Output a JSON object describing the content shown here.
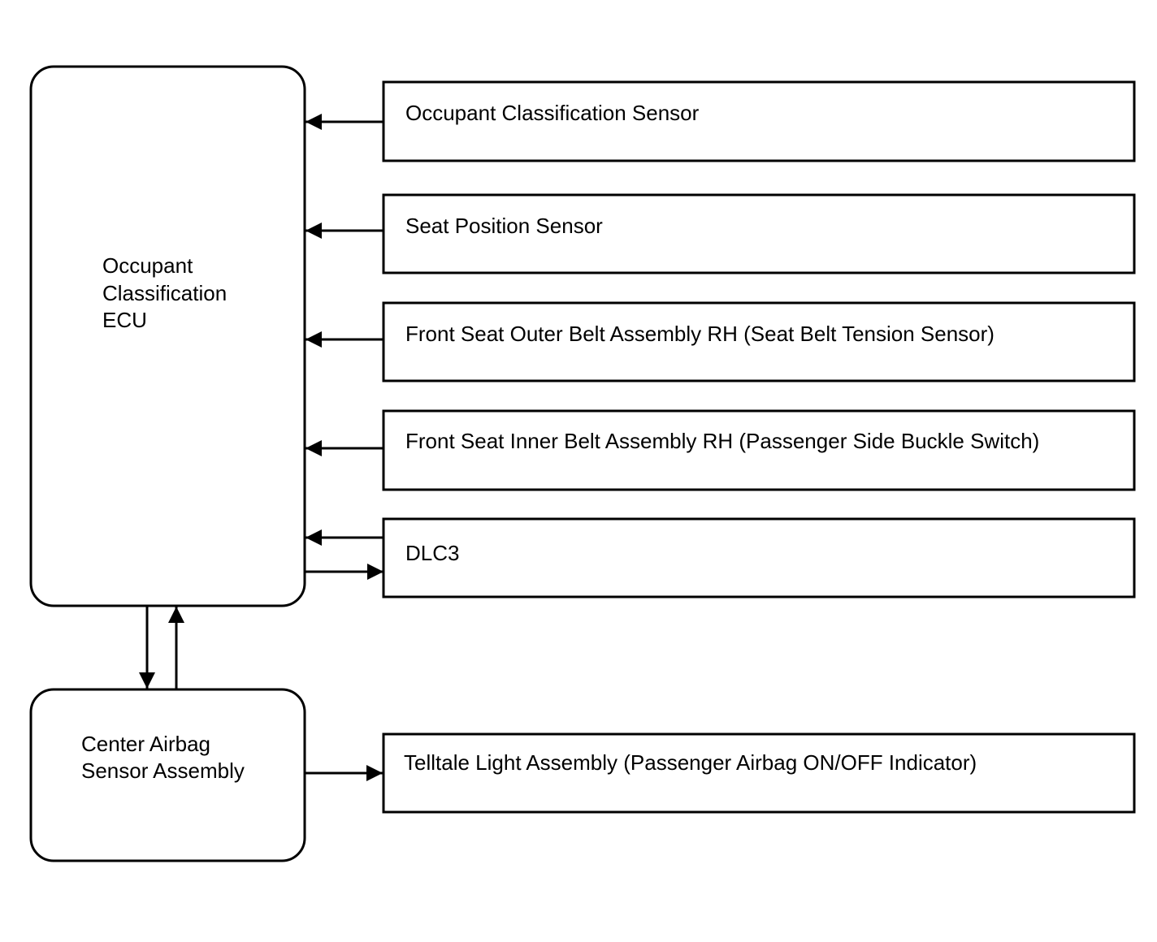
{
  "diagram": {
    "colors": {
      "stroke": "#000000",
      "background": "#ffffff",
      "text": "#000000"
    },
    "ecu": {
      "line1": "Occupant",
      "line2": "Classification",
      "line3": "ECU"
    },
    "center_airbag": {
      "line1": "Center Airbag",
      "line2": "Sensor Assembly"
    },
    "inputs": [
      {
        "label": "Occupant Classification Sensor"
      },
      {
        "label": "Seat Position Sensor"
      },
      {
        "label": "Front Seat Outer Belt Assembly RH (Seat Belt Tension Sensor)"
      },
      {
        "label": "Front Seat Inner Belt Assembly RH (Passenger Side Buckle Switch)"
      },
      {
        "label": "DLC3"
      }
    ],
    "telltale": {
      "label": "Telltale Light Assembly (Passenger Airbag ON/OFF Indicator)"
    }
  }
}
